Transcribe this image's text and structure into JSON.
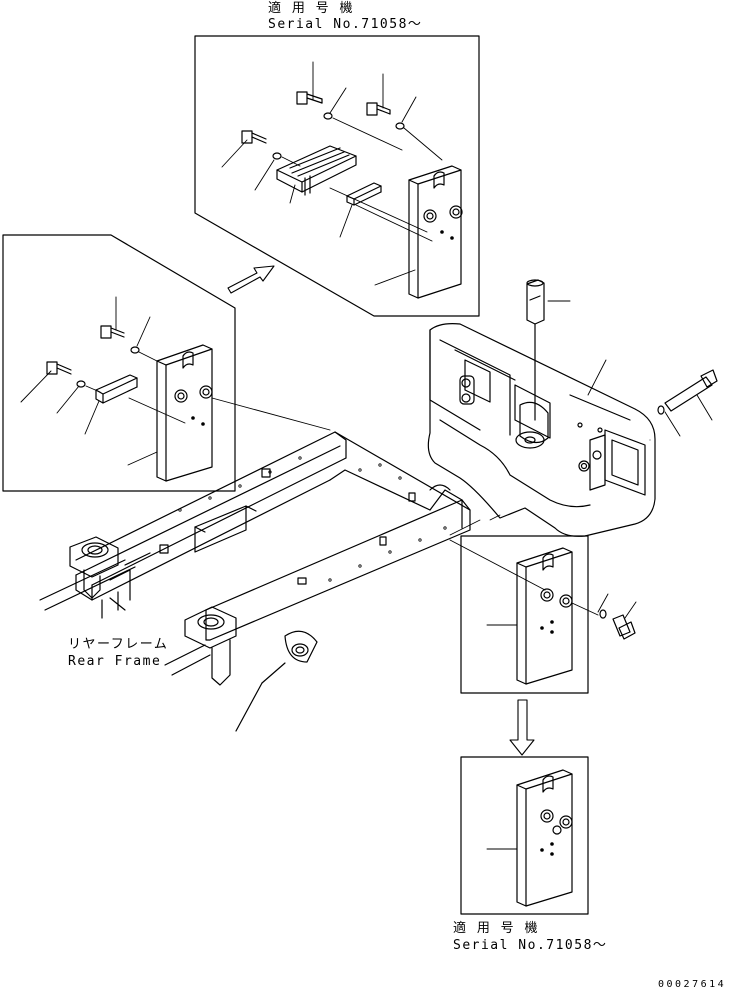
{
  "labels": {
    "top_applicable_jp": "適 用 号 機",
    "top_serial": "Serial No.71058～",
    "rear_frame_jp": "リヤーフレーム",
    "rear_frame_en": "Rear Frame",
    "bottom_applicable_jp": "適 用 号 機",
    "bottom_serial": "Serial No.71058～",
    "drawing_number": "00027614"
  },
  "colors": {
    "line": "#000000",
    "background": "#ffffff"
  }
}
